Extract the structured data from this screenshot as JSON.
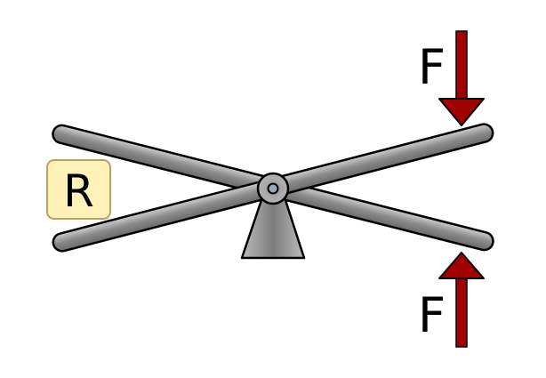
{
  "labels": {
    "force_top": "F",
    "force_bottom": "F",
    "resistance": "R"
  },
  "colors": {
    "beam": "#9a9a9a",
    "arrow": "#a00000",
    "label_box": "#fff2b8",
    "pivot_pin": "#a0a4c4"
  }
}
